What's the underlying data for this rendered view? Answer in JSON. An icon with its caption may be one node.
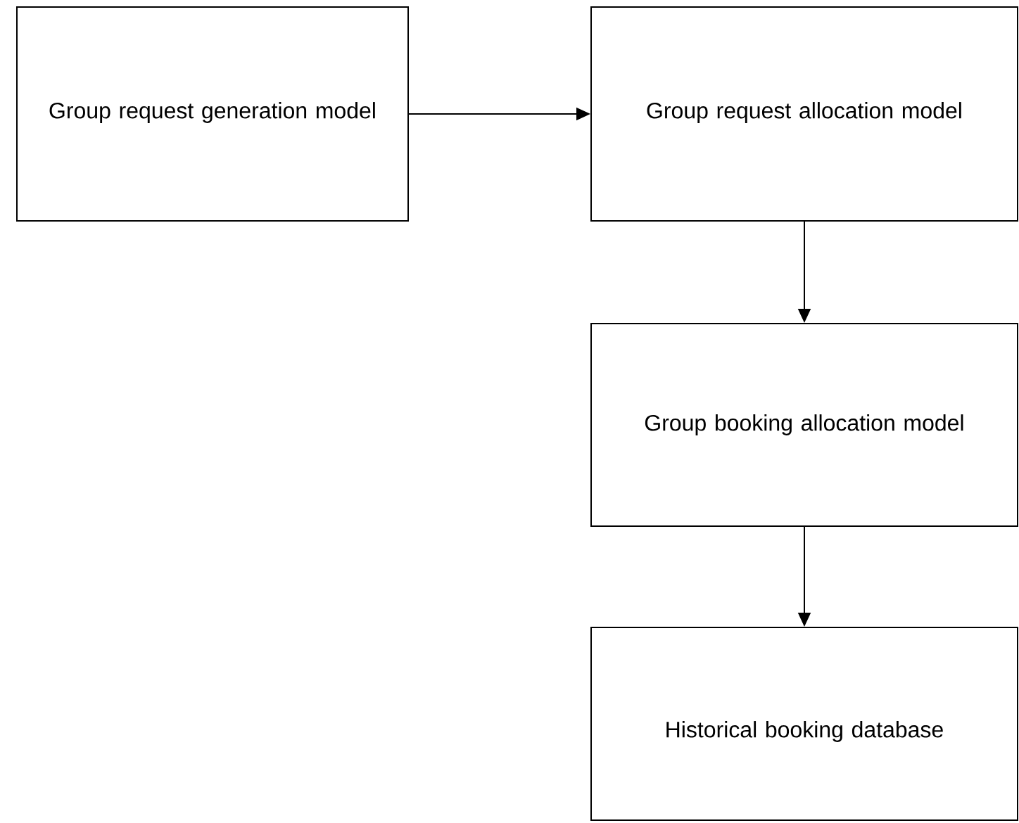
{
  "diagram": {
    "nodes": [
      {
        "text": [
          "Group request generation model"
        ]
      },
      {
        "text": [
          "Group request allocation model"
        ]
      },
      {
        "text": [
          "Group booking allocation model"
        ]
      },
      {
        "text": [
          "Historical booking database"
        ]
      }
    ],
    "edges": [
      {
        "from": 0,
        "to": 1,
        "arrow": "to"
      },
      {
        "from": 1,
        "to": 2,
        "arrow": "to"
      },
      {
        "from": 2,
        "to": 3,
        "arrow": "to"
      }
    ]
  }
}
